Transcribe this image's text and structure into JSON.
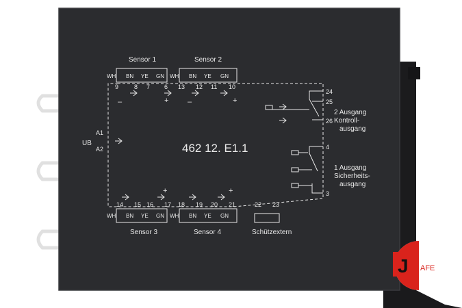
{
  "device": {
    "model": "462 12. E1.1",
    "sensor_labels": [
      "Sensor 1",
      "Sensor 2",
      "Sensor 3",
      "Sensor 4"
    ],
    "schutz_label": "Schützextern",
    "supply": {
      "ub": "UB",
      "a1": "A1",
      "a2": "A2"
    },
    "top_terminals": [
      "9",
      "8",
      "7",
      "6",
      "13",
      "12",
      "11",
      "10"
    ],
    "top_wires": [
      "WH",
      "BN",
      "YE",
      "GN",
      "WH",
      "BN",
      "YE",
      "GN"
    ],
    "bottom_terminals": [
      "14",
      "15",
      "16",
      "17",
      "18",
      "19",
      "20",
      "21",
      "22",
      "23"
    ],
    "bottom_wires": [
      "WH",
      "BN",
      "YE",
      "GN",
      "WH",
      "BN",
      "YE",
      "GN"
    ],
    "right_terminals": [
      "24",
      "25",
      "26",
      "4",
      "3"
    ],
    "output2": {
      "line1": "2 Ausgang",
      "line2": "Kontroll-",
      "line3": "ausgang"
    },
    "output1": {
      "line1": "1 Ausgang",
      "line2": "Sicherheits-",
      "line3": "ausgang"
    },
    "colors": {
      "panel": "#2b2c2f",
      "print": "#e8e8e8",
      "logo_red": "#d9231c",
      "side_bar": "#1b1b1d"
    }
  },
  "logo": {
    "letter": "J",
    "text": "AFE"
  }
}
